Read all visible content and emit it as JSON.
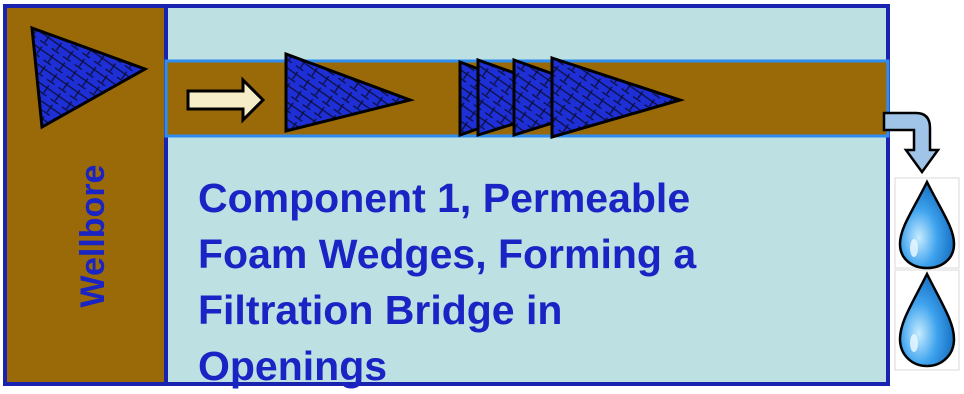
{
  "diagram": {
    "wellbore_label": "Wellbore",
    "caption_lines": [
      "Component 1, Permeable",
      "Foam Wedges, Forming a",
      "Filtration Bridge in",
      "Openings"
    ],
    "colors": {
      "formation": "#bde0e3",
      "wellbore": "#9b6a08",
      "border": "#1a23b0",
      "wedge_fill": "#1e2fd6",
      "text": "#1a23c4",
      "flow_arrow": "#9fc4e8",
      "water_drop": "#2a8fe0"
    },
    "icons": [
      "flow-arrow-icon",
      "foam-wedge-icon",
      "water-drop-icon"
    ]
  }
}
